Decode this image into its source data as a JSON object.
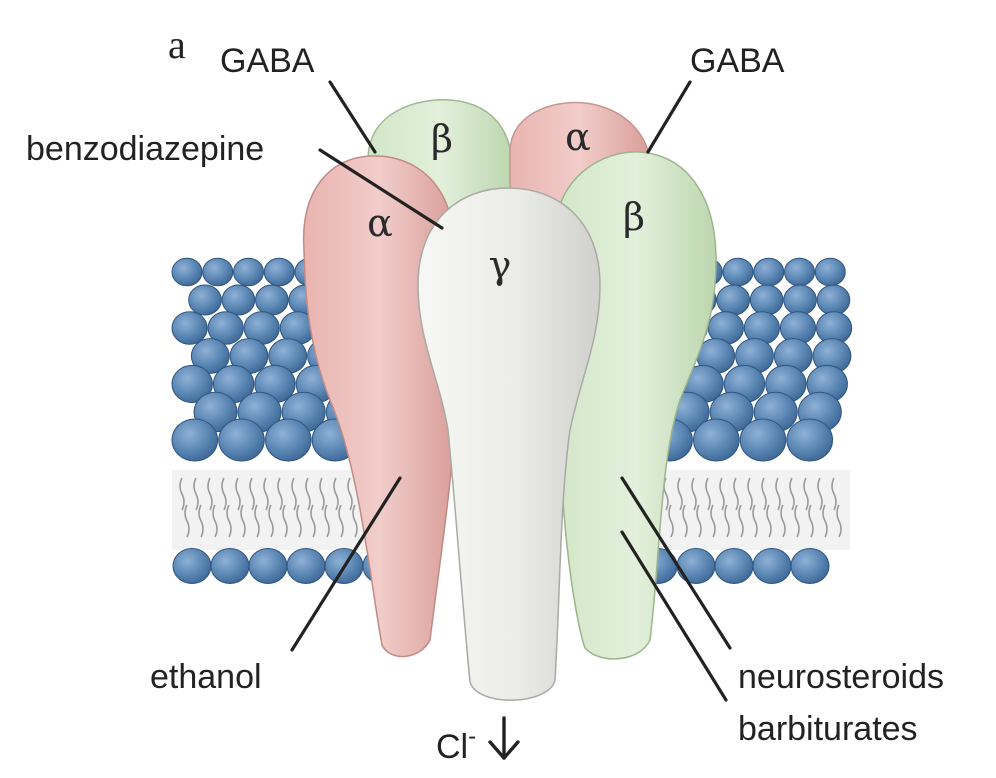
{
  "panel_letter": "a",
  "labels": {
    "gaba_left": "GABA",
    "gaba_right": "GABA",
    "benzodiazepine": "benzodiazepine",
    "ethanol": "ethanol",
    "neurosteroids": "neurosteroids",
    "barbiturates": "barbiturates",
    "chloride": "Cl",
    "chloride_charge": "-"
  },
  "subunits": {
    "back_left": "β",
    "back_right": "α",
    "front_left": "α",
    "center": "γ",
    "front_right": "β"
  },
  "colors": {
    "alpha": "#e8b8b4",
    "beta": "#cfe3c4",
    "gamma": "#ececea",
    "lipid_head": "#5a86b4",
    "lipid_tail": "#cfcfcf"
  },
  "icons": [
    "down-arrow-icon"
  ]
}
